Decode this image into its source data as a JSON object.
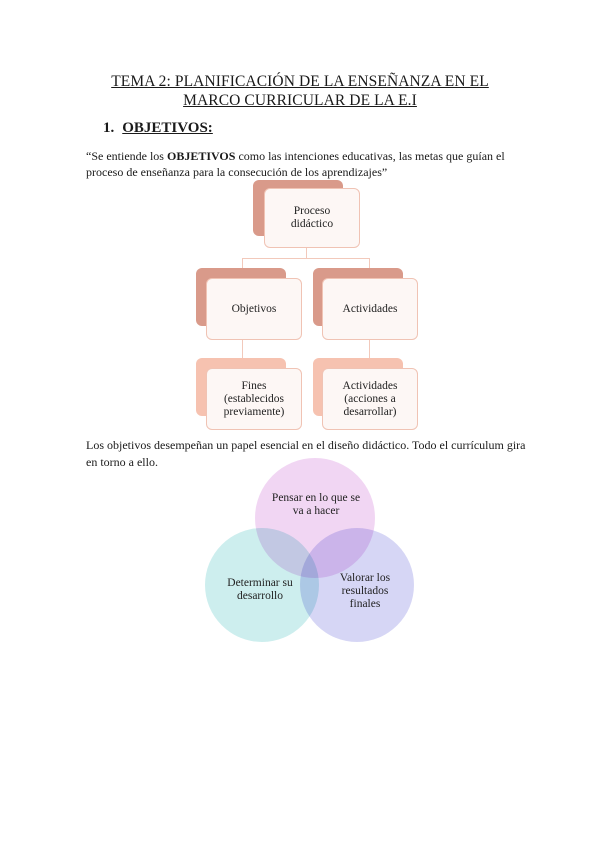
{
  "title": {
    "line1": "TEMA 2: PLANIFICACIÓN  DE LA ENSEÑANZA  EN EL",
    "line2": "MARCO CURRICULAR  DE LA E.I"
  },
  "section": {
    "number": "1.",
    "label": "OBJETIVOS:"
  },
  "quote": {
    "before": "“Se entiende los ",
    "bold": "OBJETIVOS",
    "after": " como las intenciones educativas, las metas que guían el proceso de enseñanza para la consecución de los aprendizajes”"
  },
  "hierarchy": {
    "root": "Proceso didáctico",
    "left": {
      "label": "Objetivos",
      "child": "Fines (establecidos previamente)"
    },
    "right": {
      "label": "Actividades",
      "child": "Actividades (acciones a desarrollar)"
    }
  },
  "paragraph": "Los objetivos desempeñan un papel esencial en el diseño didáctico. Todo el currículum gira en torno a ello.",
  "venn": {
    "top": "Pensar en lo que se va a hacer",
    "left": "Determinar su desarrollo",
    "right": "Valorar los resultados finales",
    "colors": {
      "top": "#f0d2f2",
      "left": "#c8ecec",
      "right": "#d2d2f4"
    }
  },
  "colors": {
    "box_shadow_dark": "#d99a8a",
    "box_shadow_light": "#f6c2b0",
    "connector": "#f2c9bb"
  }
}
